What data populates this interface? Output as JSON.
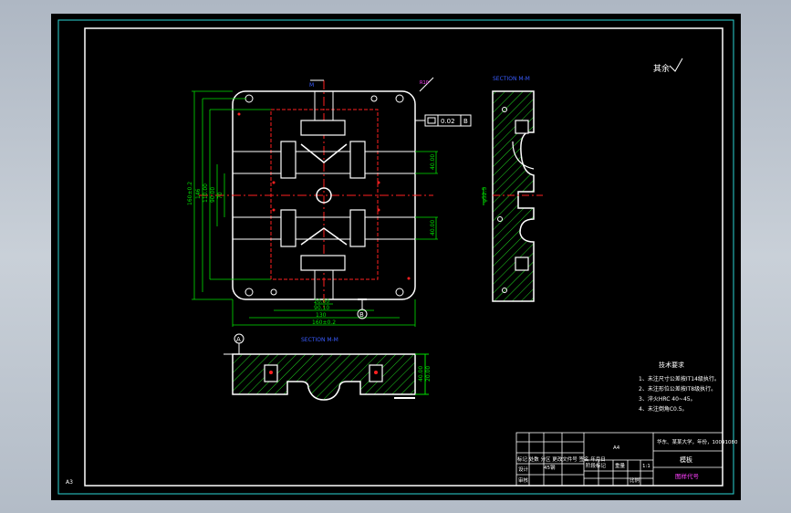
{
  "sheet": {
    "size_label": "A4",
    "corner_mark": "A3",
    "roughness_label": "其余"
  },
  "views": {
    "section_top": "SECTION M-M",
    "section_bottom": "SECTION M-M",
    "datum_letter": "A",
    "section_letter": "M",
    "datum_symbol": "B",
    "tolerance_value": "0.02",
    "tolerance_datum": "B"
  },
  "dimensions": {
    "width_total": "160±0.2",
    "width_130": "130",
    "width_90": "90.10",
    "width_20": "20.00",
    "height_total": "160±0.2",
    "height_146": "146",
    "height_110": "110.00",
    "height_90": "90.00",
    "height_70": "70",
    "height_50": "50",
    "right_40": "40.00",
    "right_40b": "40.00",
    "side_height": "45.00",
    "side_label": "φ52.5",
    "bottom_height": "40.00",
    "bottom_sub": "20.00"
  },
  "notes": {
    "title": "技术要求",
    "items": [
      "1、未注尺寸公差按IT14级执行。",
      "2、未注形位公差按IT8级执行。",
      "3、淬火HRC 40~45。",
      "4、未注倒角C0.5。"
    ]
  },
  "title_block": {
    "material": "45钢",
    "company": "华东、某某大学，年份，10091080",
    "part_name": "模板",
    "drawing_no": "图样代号",
    "scale_row": "标记 处数 分区 更改文件号 签名 年月日",
    "row2": "设计",
    "row3": "审核",
    "row4": "工艺",
    "cells": [
      "阶段标记",
      "重量",
      "比例",
      "1:1"
    ]
  },
  "colors": {
    "frame_white": "#ffffff",
    "dim_green": "#00e000",
    "hidden_red": "#ff2020",
    "annotation_blue": "#3a5cff",
    "hatch_green": "#1fd41f",
    "outer_cyan": "#2bd6d6",
    "magenta": "#ff40ff"
  }
}
